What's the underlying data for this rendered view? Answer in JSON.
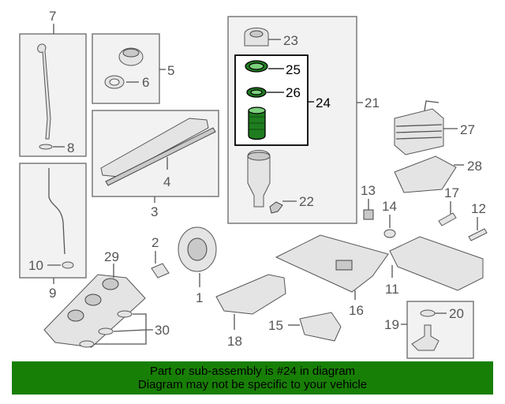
{
  "banner": {
    "line1": "Part or sub-assembly is #24 in diagram",
    "line2": "Diagram may not be specific to your vehicle",
    "color": "#187f06"
  },
  "highlight_color": "#1f7d1f",
  "callouts": {
    "c1": "1",
    "c2": "2",
    "c3": "3",
    "c4": "4",
    "c5": "5",
    "c6": "6",
    "c7": "7",
    "c8": "8",
    "c9": "9",
    "c10": "10",
    "c11": "11",
    "c12": "12",
    "c13": "13",
    "c14": "14",
    "c15": "15",
    "c16": "16",
    "c17": "17",
    "c18": "18",
    "c19": "19",
    "c20": "20",
    "c21": "21",
    "c22": "22",
    "c23": "23",
    "c24": "24",
    "c25": "25",
    "c26": "26",
    "c27": "27",
    "c28": "28",
    "c29": "29",
    "c30": "30"
  }
}
